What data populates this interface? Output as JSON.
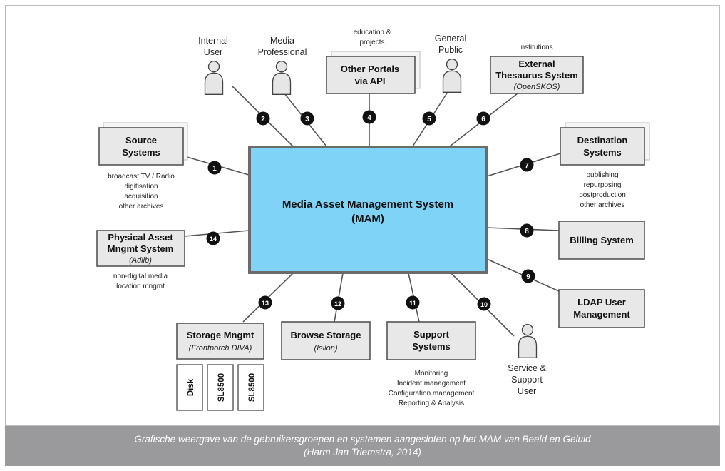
{
  "center": {
    "line1": "Media Asset Management System",
    "line2": "(MAM)",
    "fill": "#7fd3f7"
  },
  "users": {
    "internal": {
      "l1": "Internal",
      "l2": "User"
    },
    "media": {
      "l1": "Media",
      "l2": "Professional"
    },
    "general": {
      "l1": "General",
      "l2": "Public"
    },
    "service": {
      "l1": "Service &",
      "l2": "Support",
      "l3": "User"
    }
  },
  "boxes": {
    "source": {
      "l1": "Source",
      "l2": "Systems",
      "note": [
        "broadcast TV / Radio",
        "digitisation",
        "acquisition",
        "other archives"
      ]
    },
    "physical": {
      "l1": "Physical Asset",
      "l2": "Mngmt System",
      "sub": "(Adlib)",
      "note": [
        "non-digital media",
        "location mngmt"
      ]
    },
    "portals": {
      "l1": "Other Portals",
      "l2": "via API",
      "top": [
        "education &",
        "projects"
      ]
    },
    "thesaurus": {
      "l1": "External",
      "l2": "Thesaurus System",
      "sub": "(OpenSKOS)",
      "top": [
        "institutions"
      ]
    },
    "destination": {
      "l1": "Destination",
      "l2": "Systems",
      "note": [
        "publishing",
        "repurposing",
        "postproduction",
        "other archives"
      ]
    },
    "billing": {
      "l1": "Billing System"
    },
    "ldap": {
      "l1": "LDAP User",
      "l2": "Management"
    },
    "storage": {
      "l1": "Storage Mngmt",
      "sub": "(Frontporch DIVA)",
      "tapes": [
        "Disk",
        "SL8500",
        "SL8500"
      ]
    },
    "browse": {
      "l1": "Browse Storage",
      "sub": "(Isilon)"
    },
    "support": {
      "l1": "Support",
      "l2": "Systems",
      "note": [
        "Monitoring",
        "Incident management",
        "Configuration management",
        "Reporting & Analysis"
      ]
    }
  },
  "badges": [
    "1",
    "2",
    "3",
    "4",
    "5",
    "6",
    "7",
    "8",
    "9",
    "10",
    "11",
    "12",
    "13",
    "14"
  ],
  "caption": {
    "line1": "Grafische weergave van de gebruikersgroepen en systemen aangesloten op het MAM van Beeld en Geluid",
    "line2": "(Harm Jan Triemstra, 2014)"
  }
}
